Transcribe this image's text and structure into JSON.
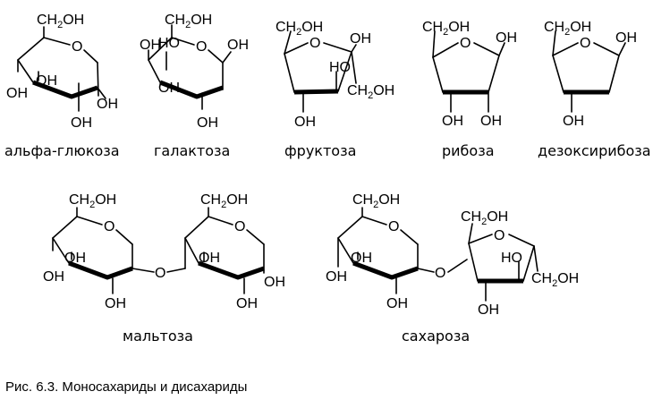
{
  "labels": {
    "oh": "OH",
    "ho": "HO",
    "o": "O",
    "ch": "CH",
    "sub2": "2"
  },
  "molecules": {
    "alpha_glucose": "альфа-глюкоза",
    "galactose": "галактоза",
    "fructose": "фруктоза",
    "ribose": "рибоза",
    "deoxyribose": "дезоксирибоза",
    "maltose": "мальтоза",
    "sucrose": "сахароза"
  },
  "caption": "Рис. 6.3. Моносахариды и дисахариды"
}
